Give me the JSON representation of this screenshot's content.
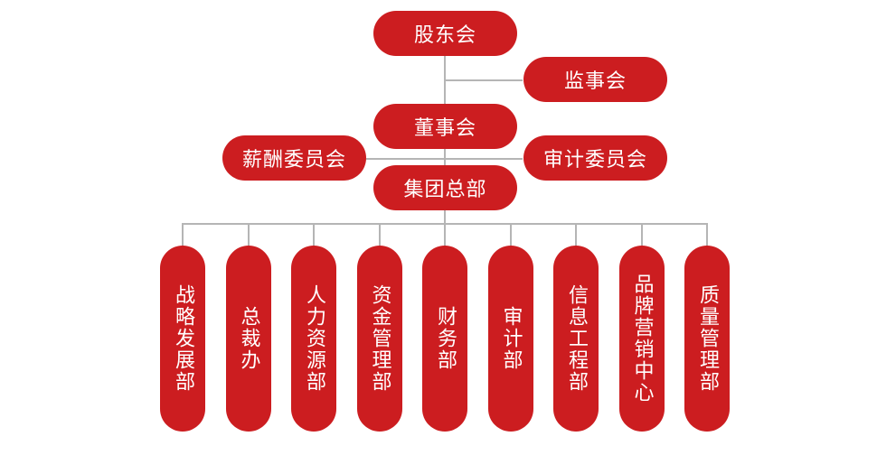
{
  "top": {
    "shareholders": "股东会",
    "supervisors": "监事会",
    "board": "董事会",
    "compensation_committee": "薪酬委员会",
    "audit_committee": "审计委员会",
    "headquarters": "集团总部"
  },
  "departments": [
    "战略发展部",
    "总裁办",
    "人力资源部",
    "资金管理部",
    "财务部",
    "审计部",
    "信息工程部",
    "品牌营销中心",
    "质量管理部"
  ],
  "colors": {
    "node": "#cc1d20",
    "line": "#b5b5b5"
  }
}
